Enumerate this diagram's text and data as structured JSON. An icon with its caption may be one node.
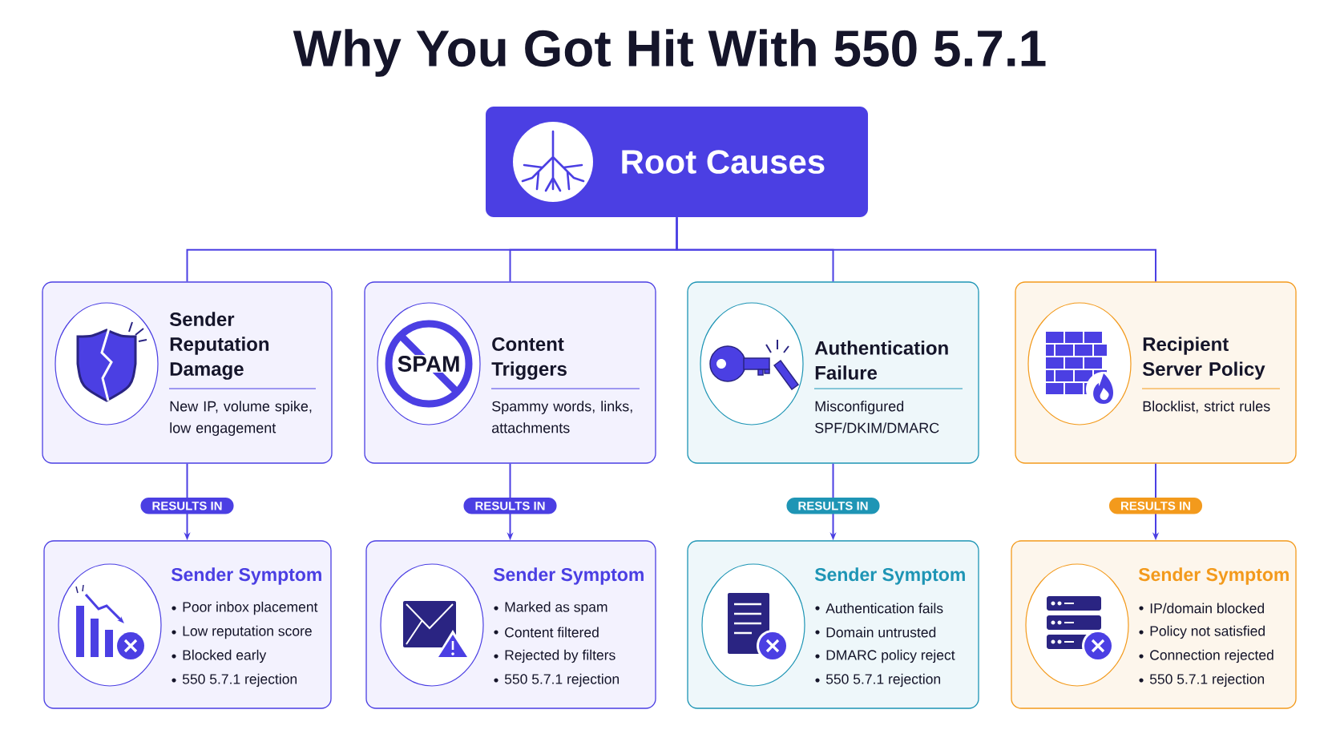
{
  "diagram": {
    "title": "Why You Got Hit With 550 5.7.1",
    "nodes": [
      {
        "text": [
          "Root Causes"
        ]
      },
      {
        "text": [
          "Sender Reputation Damage",
          "New IP, volume spike, low engagement"
        ]
      },
      {
        "text": [
          "Content Triggers",
          "Spammy words, links, attachments"
        ]
      },
      {
        "text": [
          "Authentication Failure",
          "Misconfigured SPF/DKIM/DMARC"
        ]
      },
      {
        "text": [
          "Recipient Server Policy",
          "Blocklist, strict rules"
        ]
      },
      {
        "text": [
          "Sender Symptom",
          "Poor inbox placement",
          "Low reputation score",
          "Blocked early",
          "550 5.7.1 rejection"
        ]
      },
      {
        "text": [
          "Sender Symptom",
          "Marked as spam",
          "Content filtered",
          "Rejected by filters",
          "550 5.7.1 rejection"
        ]
      },
      {
        "text": [
          "Sender Symptom",
          "Authentication fails",
          "Domain untrusted",
          "DMARC policy reject",
          "550 5.7.1 rejection"
        ]
      },
      {
        "text": [
          "Sender Symptom",
          "IP/domain blocked",
          "Policy not satisfied",
          "Connection rejected",
          "550 5.7.1 rejection"
        ]
      }
    ],
    "edges": [
      {
        "from": 0,
        "to": 1,
        "arrow": "none"
      },
      {
        "from": 0,
        "to": 2,
        "arrow": "none"
      },
      {
        "from": 0,
        "to": 3,
        "arrow": "none"
      },
      {
        "from": 0,
        "to": 4,
        "arrow": "none"
      },
      {
        "from": 1,
        "to": 5,
        "arrow": "to",
        "label": "RESULTS IN"
      },
      {
        "from": 2,
        "to": 6,
        "arrow": "to",
        "label": "RESULTS IN"
      },
      {
        "from": 3,
        "to": 7,
        "arrow": "to",
        "label": "RESULTS IN"
      },
      {
        "from": 4,
        "to": 8,
        "arrow": "to",
        "label": "RESULTS IN"
      }
    ],
    "labels": [
      "SPAM"
    ]
  }
}
